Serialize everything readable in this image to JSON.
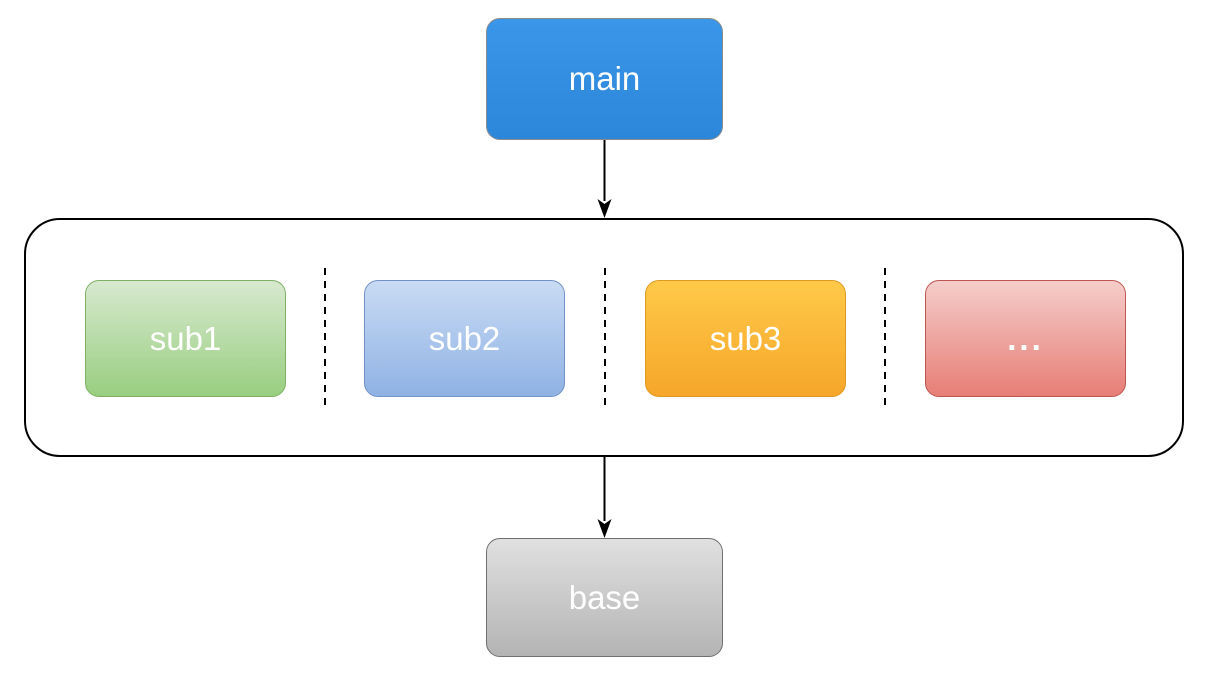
{
  "diagram": {
    "type": "dependency-flow",
    "background_color": "#ffffff",
    "main_node": {
      "label": "main",
      "fill_top": "#3a96e9",
      "fill_bottom": "#2c86da",
      "stroke": "#8c8c8c",
      "text_color": "#ffffff"
    },
    "sub_container": {
      "stroke": "#000000",
      "fill": "transparent",
      "separator_style": "dashed"
    },
    "sub_nodes": [
      {
        "label": "sub1",
        "fill_top": "#d7e9cf",
        "fill_bottom": "#99ce80",
        "stroke": "#7fb165",
        "text_color": "#ffffff"
      },
      {
        "label": "sub2",
        "fill_top": "#c9dbf4",
        "fill_bottom": "#8fb2e4",
        "stroke": "#7291c7",
        "text_color": "#ffffff"
      },
      {
        "label": "sub3",
        "fill_top": "#ffc948",
        "fill_bottom": "#f6a62a",
        "stroke": "#dd9a22",
        "text_color": "#ffffff"
      },
      {
        "label": "...",
        "fill_top": "#f5cdca",
        "fill_bottom": "#e77e76",
        "stroke": "#bc5752",
        "text_color": "#ffffff"
      }
    ],
    "base_node": {
      "label": "base",
      "fill_top": "#e0e0e0",
      "fill_bottom": "#b4b4b4",
      "stroke": "#707070",
      "text_color": "#ffffff"
    },
    "connections": [
      {
        "from": "main",
        "to": "sub-container",
        "arrow": "down"
      },
      {
        "from": "sub-container",
        "to": "base",
        "arrow": "down"
      }
    ]
  }
}
